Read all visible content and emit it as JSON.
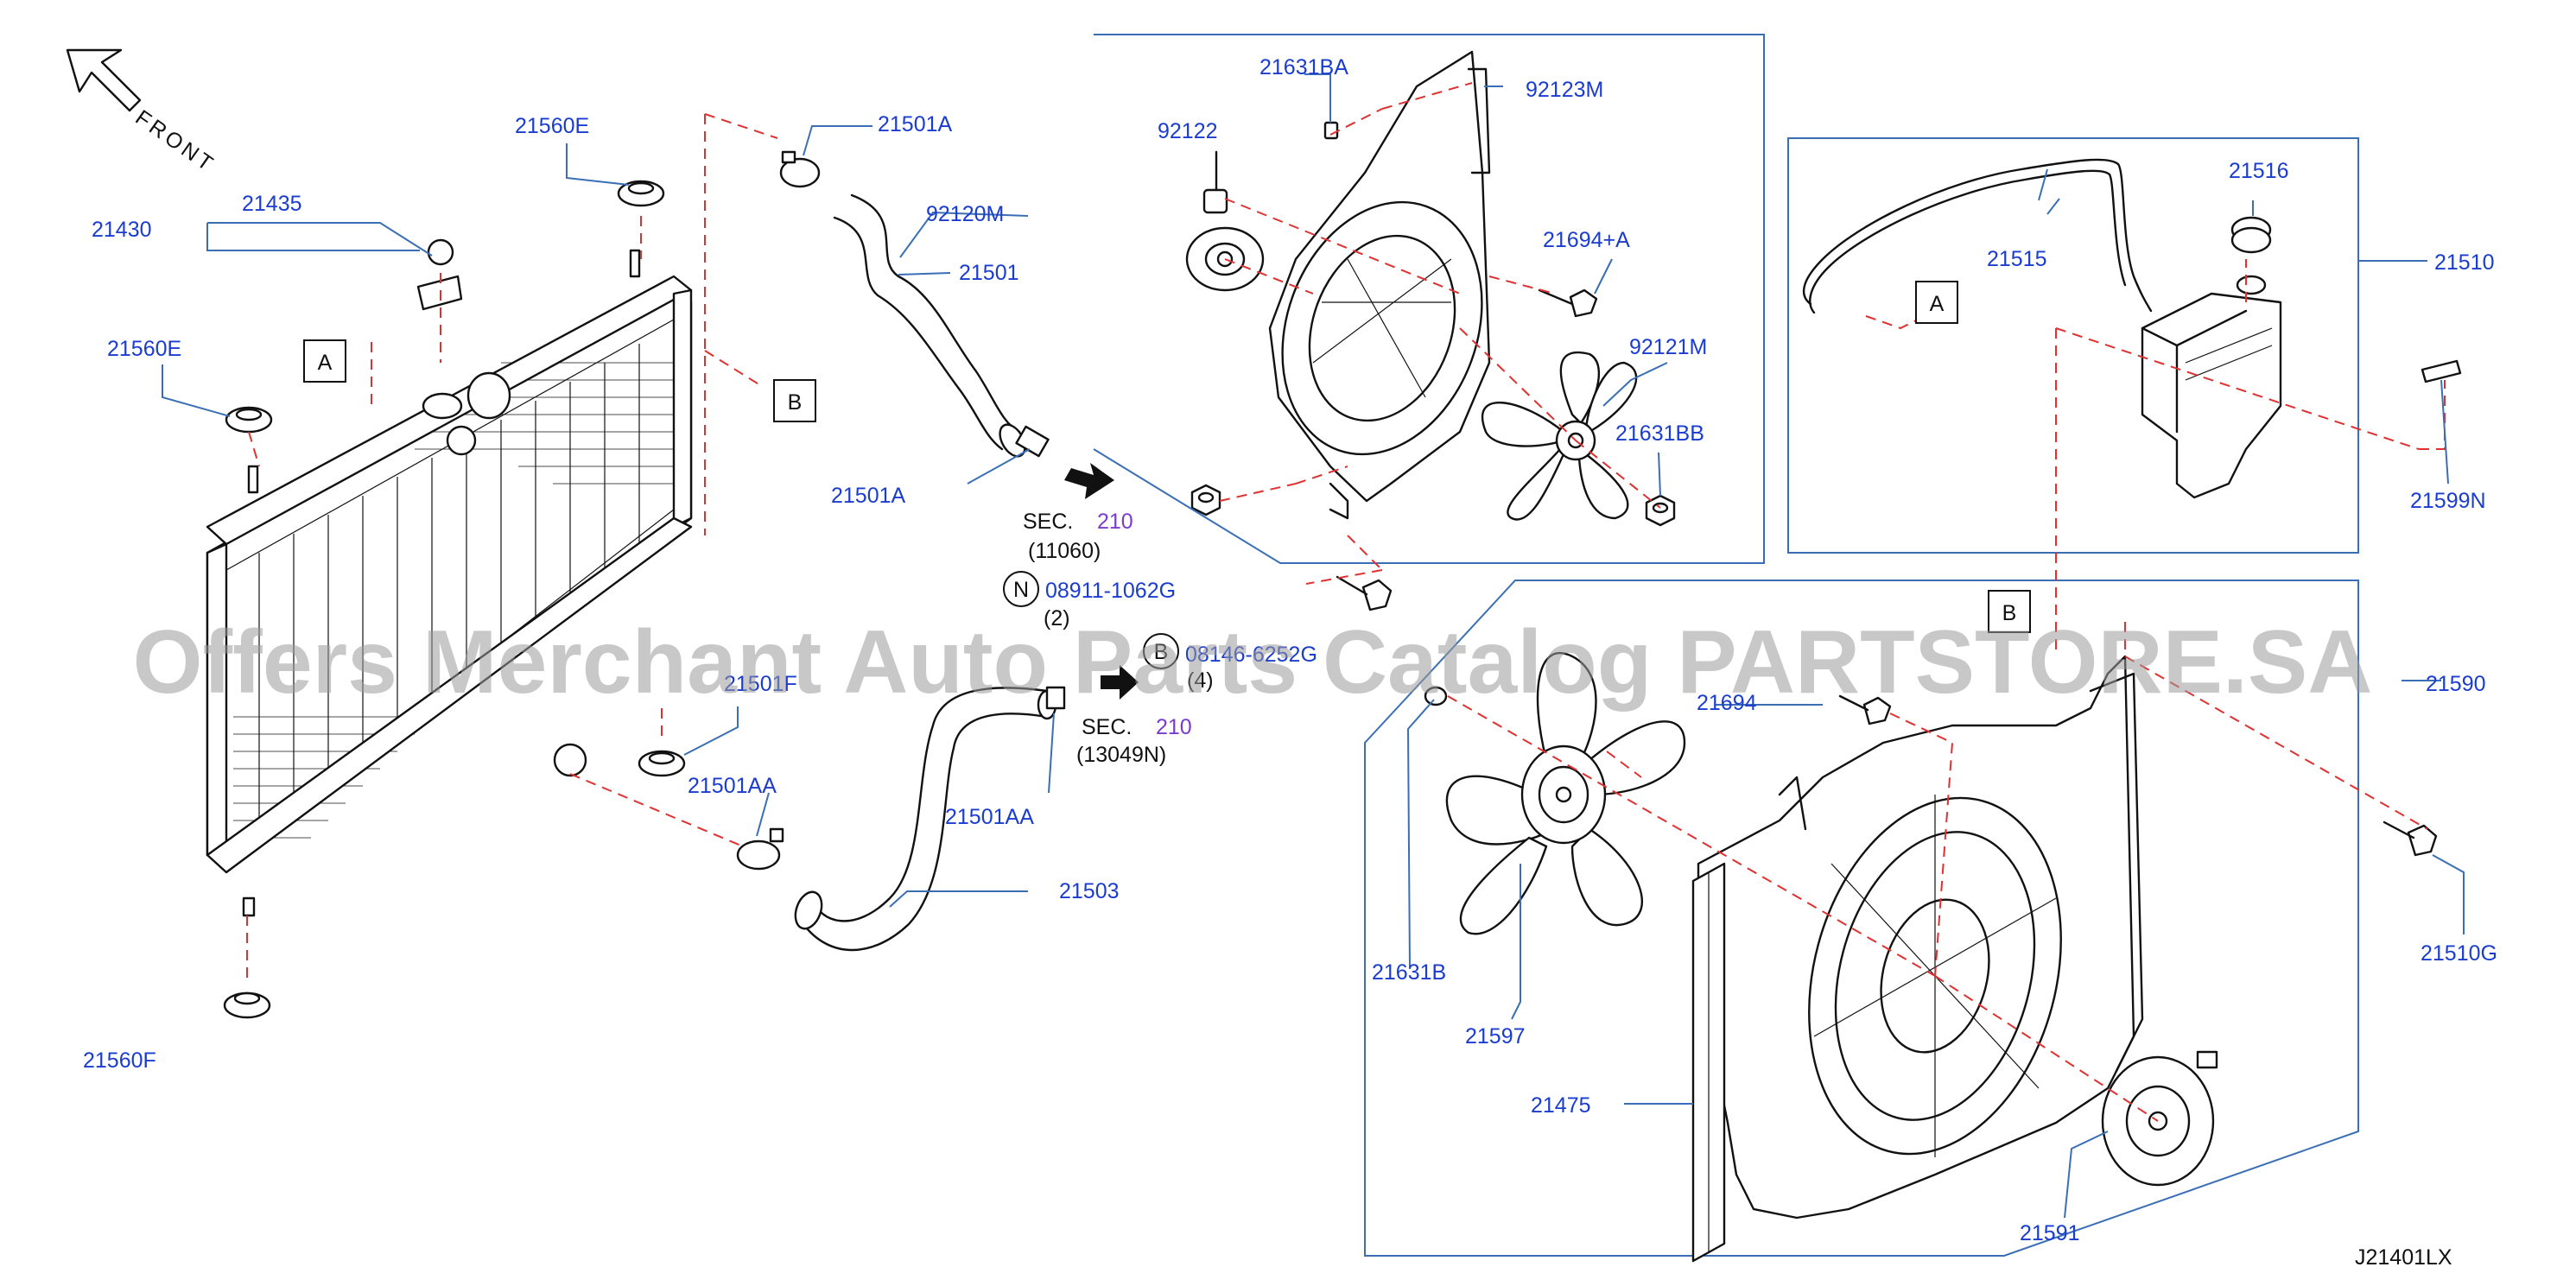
{
  "diagram_id": "J21401LX",
  "front_label": "FRONT",
  "watermark": "Offers Merchant Auto Parts Catalog PARTSTORE.SA",
  "callout_letters": {
    "a": "A",
    "b": "B"
  },
  "n_marker": "N",
  "b_marker": "B",
  "sec_refs": {
    "upper": {
      "label": "SEC.",
      "num": "210",
      "sub": "(11060)"
    },
    "lower": {
      "label": "SEC.",
      "num": "210",
      "sub": "(13049N)"
    }
  },
  "n_part": {
    "number": "08911-1062G",
    "qty": "(2)"
  },
  "b_part": {
    "number": "08146-6252G",
    "qty": "(4)"
  },
  "parts": {
    "p21430": "21430",
    "p21435": "21435",
    "p21560E_top": "21560E",
    "p21560E_left": "21560E",
    "p21560F": "21560F",
    "p21501A_top": "21501A",
    "p21501A_low": "21501A",
    "p92120M": "92120M",
    "p21501": "21501",
    "p21631BA": "21631BA",
    "p92123M": "92123M",
    "p92122": "92122",
    "p21694A": "21694+A",
    "p92121M": "92121M",
    "p21631BB": "21631BB",
    "p21516": "21516",
    "p21515": "21515",
    "p21510": "21510",
    "p21599N": "21599N",
    "p21501F": "21501F",
    "p21501AA_left": "21501AA",
    "p21501AA_right": "21501AA",
    "p21503": "21503",
    "p21590": "21590",
    "p21694": "21694",
    "p21510G": "21510G",
    "p21631B": "21631B",
    "p21597": "21597",
    "p21475": "21475",
    "p21591": "21591"
  }
}
